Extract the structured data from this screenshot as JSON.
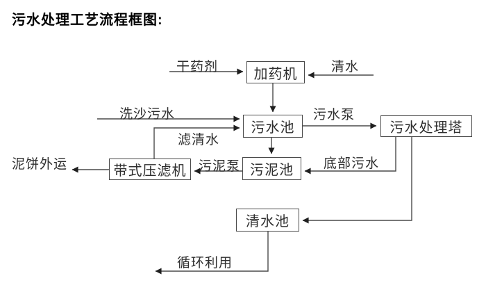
{
  "title": "污水处理工艺流程框图:",
  "colors": {
    "background": "#ffffff",
    "line": "#4a4a4a",
    "arrowhead": "#1f1f1f",
    "box_border": "#4a4a4a",
    "text": "#2e2e2e",
    "title_text": "#000000"
  },
  "diagram": {
    "boxes": {
      "dosing_machine": "加药机",
      "sewage_pool": "污水池",
      "treatment_tower": "污水处理塔",
      "sludge_pool": "污泥池",
      "belt_filter_press": "带式压滤机",
      "clear_water_pool": "清水池"
    },
    "edge_labels": {
      "dry_chemical": "干药剂",
      "clear_water": "清水",
      "sand_wash_sewage": "洗沙污水",
      "sewage_pump": "污水泵",
      "filtered_water": "滤清水",
      "sludge_pump": "污泥泵",
      "bottom_sewage": "底部污水",
      "mud_cake_out": "泥饼外运",
      "recycle_use": "循环利用"
    }
  }
}
